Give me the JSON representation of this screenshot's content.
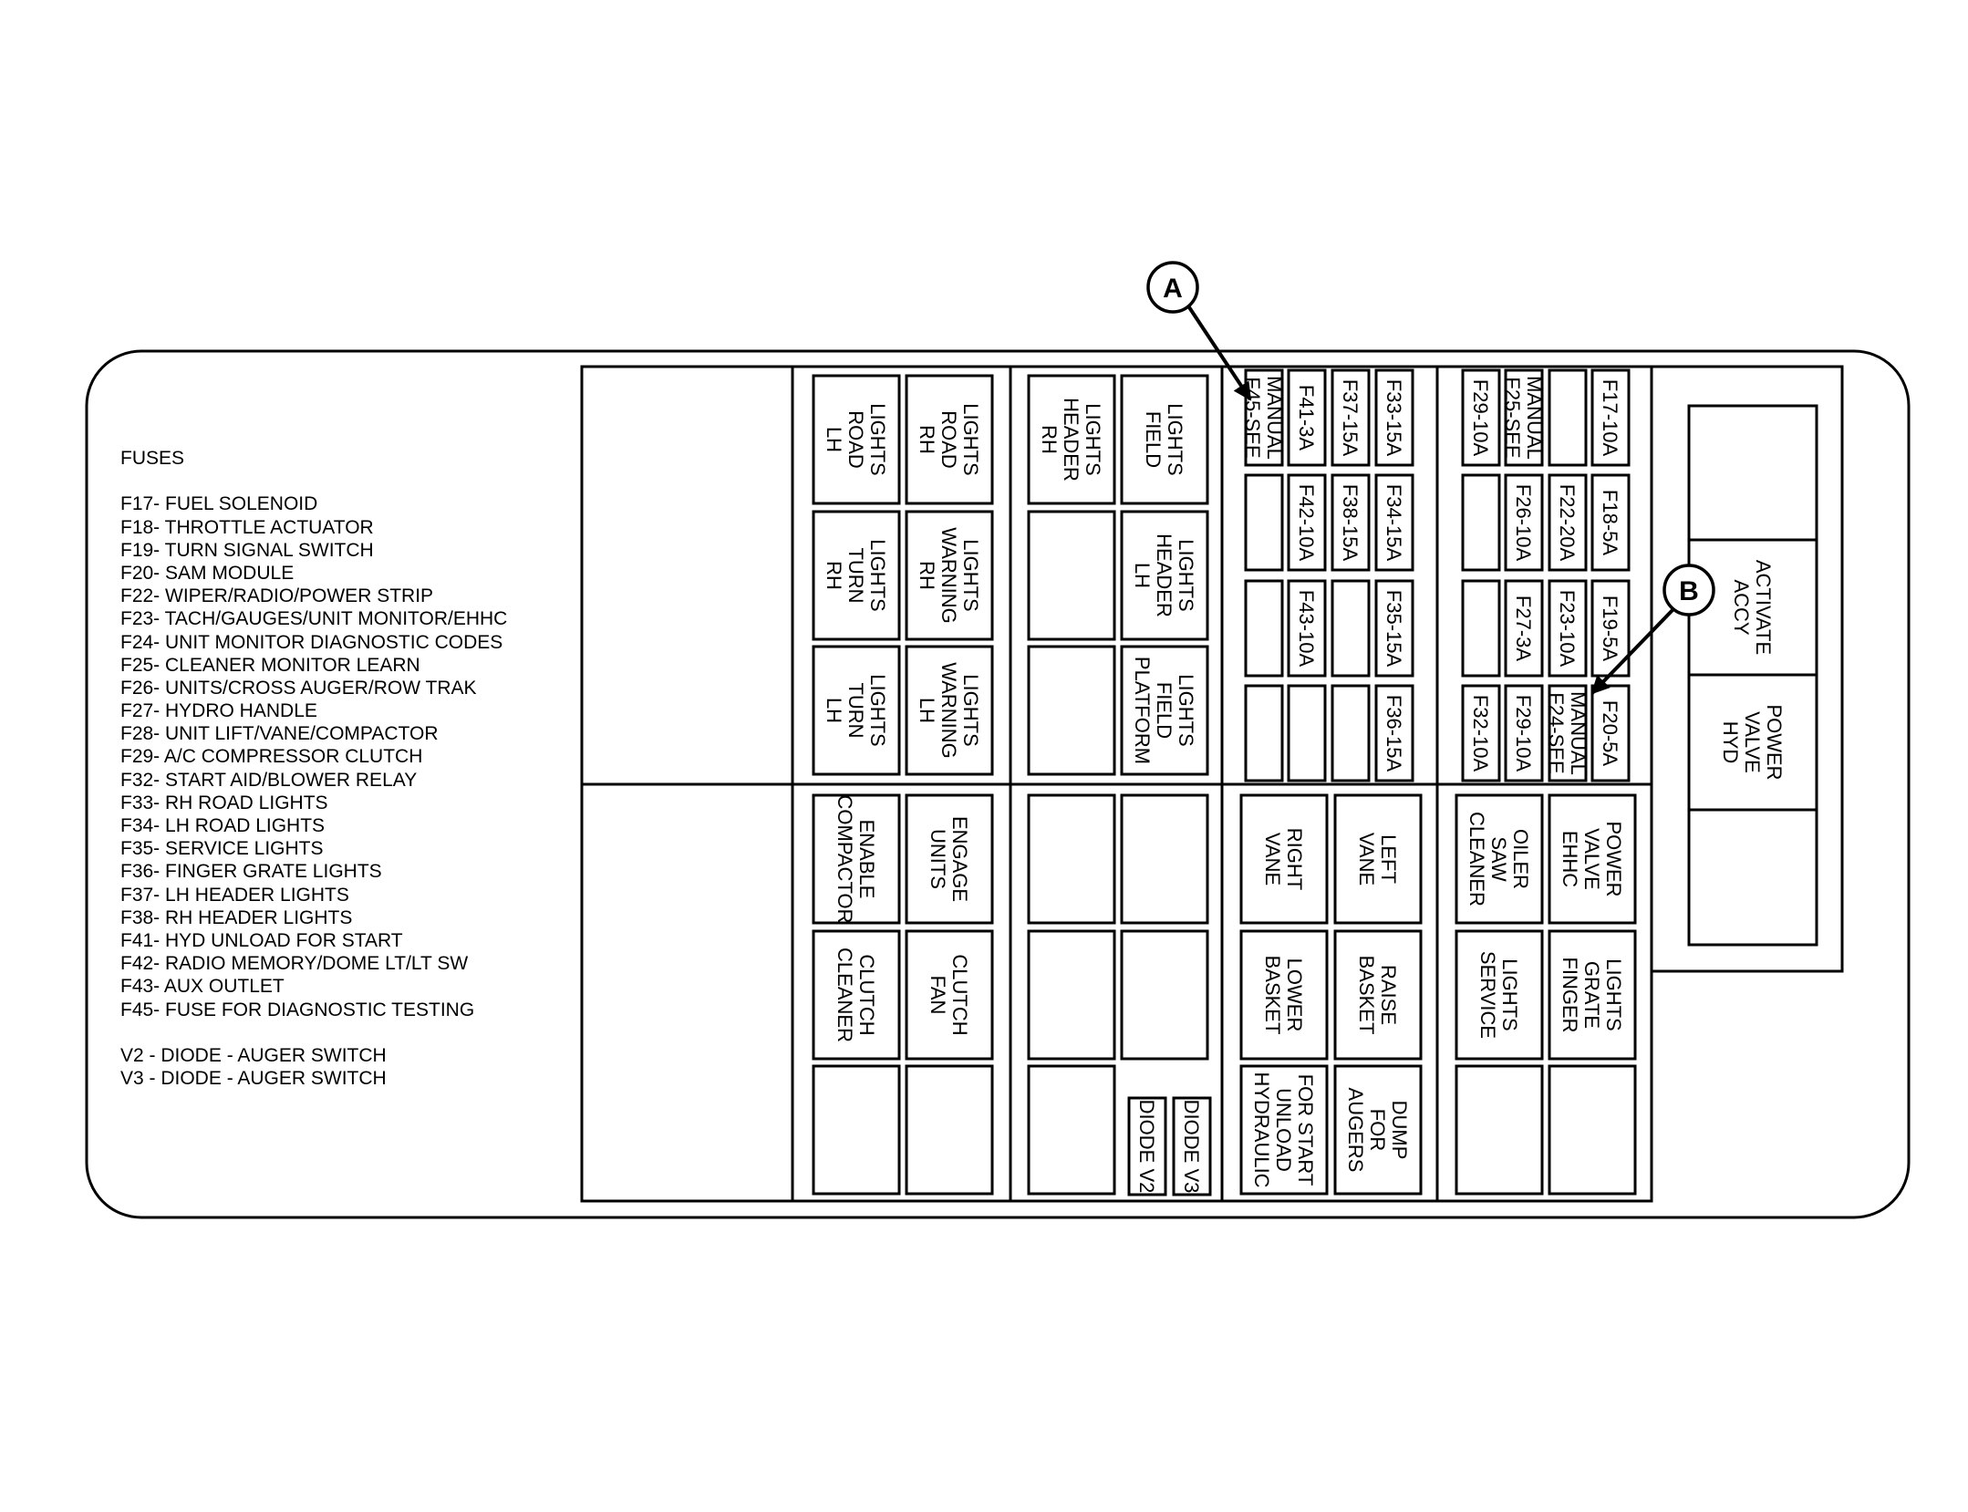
{
  "callouts": {
    "a": "A",
    "b": "B"
  },
  "legend": {
    "heading": "FUSES",
    "fuses": [
      "F17- FUEL SOLENOID",
      "F18- THROTTLE ACTUATOR",
      "F19- TURN SIGNAL SWITCH",
      "F20- SAM MODULE",
      "F22- WIPER/RADIO/POWER STRIP",
      "F23- TACH/GAUGES/UNIT MONITOR/EHHC",
      "F24- UNIT MONITOR DIAGNOSTIC CODES",
      "F25- CLEANER MONITOR LEARN",
      "F26- UNITS/CROSS AUGER/ROW TRAK",
      "F27- HYDRO HANDLE",
      "F28- UNIT LIFT/VANE/COMPACTOR",
      "F29- A/C COMPRESSOR CLUTCH",
      "F32- START AID/BLOWER RELAY",
      "F33- RH ROAD LIGHTS",
      "F34- LH ROAD LIGHTS",
      "F35- SERVICE LIGHTS",
      "F36- FINGER GRATE LIGHTS",
      "F37- LH HEADER LIGHTS",
      "F38- RH HEADER LIGHTS",
      "F41- HYD UNLOAD FOR START",
      "F42- RADIO MEMORY/DOME LT/LT SW",
      "F43- AUX OUTLET",
      "F45- FUSE FOR DIAGNOSTIC TESTING"
    ],
    "diodes": [
      "V2 - DIODE - AUGER SWITCH",
      "V3 - DIODE - AUGER SWITCH"
    ]
  },
  "relays": {
    "lh_road": [
      "LH",
      "ROAD",
      "LIGHTS"
    ],
    "rh_road": [
      "RH",
      "ROAD",
      "LIGHTS"
    ],
    "rh_turn": [
      "RH",
      "TURN",
      "LIGHTS"
    ],
    "rh_warning": [
      "RH",
      "WARNING",
      "LIGHTS"
    ],
    "lh_turn": [
      "LH",
      "TURN",
      "LIGHTS"
    ],
    "lh_warning": [
      "LH",
      "WARNING",
      "LIGHTS"
    ],
    "rh_header": [
      "RH",
      "HEADER",
      "LIGHTS"
    ],
    "field": [
      "FIELD",
      "LIGHTS"
    ],
    "lh_header": [
      "LH",
      "HEADER",
      "LIGHTS"
    ],
    "platform_field": [
      "PLATFORM",
      "FIELD",
      "LIGHTS"
    ],
    "compactor": [
      "COMPACTOR",
      "ENABLE"
    ],
    "units_engage": [
      "UNITS",
      "ENGAGE"
    ],
    "cleaner_clutch": [
      "CLEANER",
      "CLUTCH"
    ],
    "fan_clutch": [
      "FAN",
      "CLUTCH"
    ],
    "vane_right": [
      "VANE",
      "RIGHT"
    ],
    "vane_left": [
      "VANE",
      "LEFT"
    ],
    "basket_lower": [
      "BASKET",
      "LOWER"
    ],
    "basket_raise": [
      "BASKET",
      "RAISE"
    ],
    "hyd_unload": [
      "HYDRAULIC",
      "UNLOAD",
      "FOR START"
    ],
    "augers_dump": [
      "AUGERS",
      "FOR",
      "DUMP"
    ],
    "cleaner_saw": [
      "CLEANER",
      "SAW",
      "OILER"
    ],
    "ehhc_valve": [
      "EHHC",
      "VALVE",
      "POWER"
    ],
    "service": [
      "SERVICE",
      "LIGHTS"
    ],
    "finger_grate": [
      "FINGER",
      "GRATE",
      "LIGHTS"
    ],
    "accy": [
      "ACCY",
      "ACTIVATE"
    ],
    "hyd_valve": [
      "HYD",
      "VALVE",
      "POWER"
    ]
  },
  "fuses": {
    "f45": [
      "F45-SEE",
      "MANUAL"
    ],
    "f41": [
      "F41-3A"
    ],
    "f37": [
      "F37-15A"
    ],
    "f33": [
      "F33-15A"
    ],
    "f42": [
      "F42-10A"
    ],
    "f38": [
      "F38-15A"
    ],
    "f34": [
      "F34-15A"
    ],
    "f43": [
      "F43-10A"
    ],
    "f35": [
      "F35-15A"
    ],
    "f36": [
      "F36-15A"
    ],
    "f29a": [
      "F29-10A"
    ],
    "f25": [
      "F25-SEE",
      "MANUAL"
    ],
    "f17": [
      "F17-10A"
    ],
    "f26": [
      "F26-10A"
    ],
    "f22": [
      "F22-20A"
    ],
    "f18": [
      "F18-5A"
    ],
    "f27": [
      "F27-3A"
    ],
    "f23": [
      "F23-10A"
    ],
    "f19": [
      "F19-5A"
    ],
    "f32": [
      "F32-10A"
    ],
    "f29b": [
      "F29-10A"
    ],
    "f24": [
      "F24-SEE",
      "MANUAL"
    ],
    "f20": [
      "F20-5A"
    ]
  },
  "diodes": {
    "v2": [
      "DIODE V2"
    ],
    "v3": [
      "DIODE V3"
    ]
  }
}
